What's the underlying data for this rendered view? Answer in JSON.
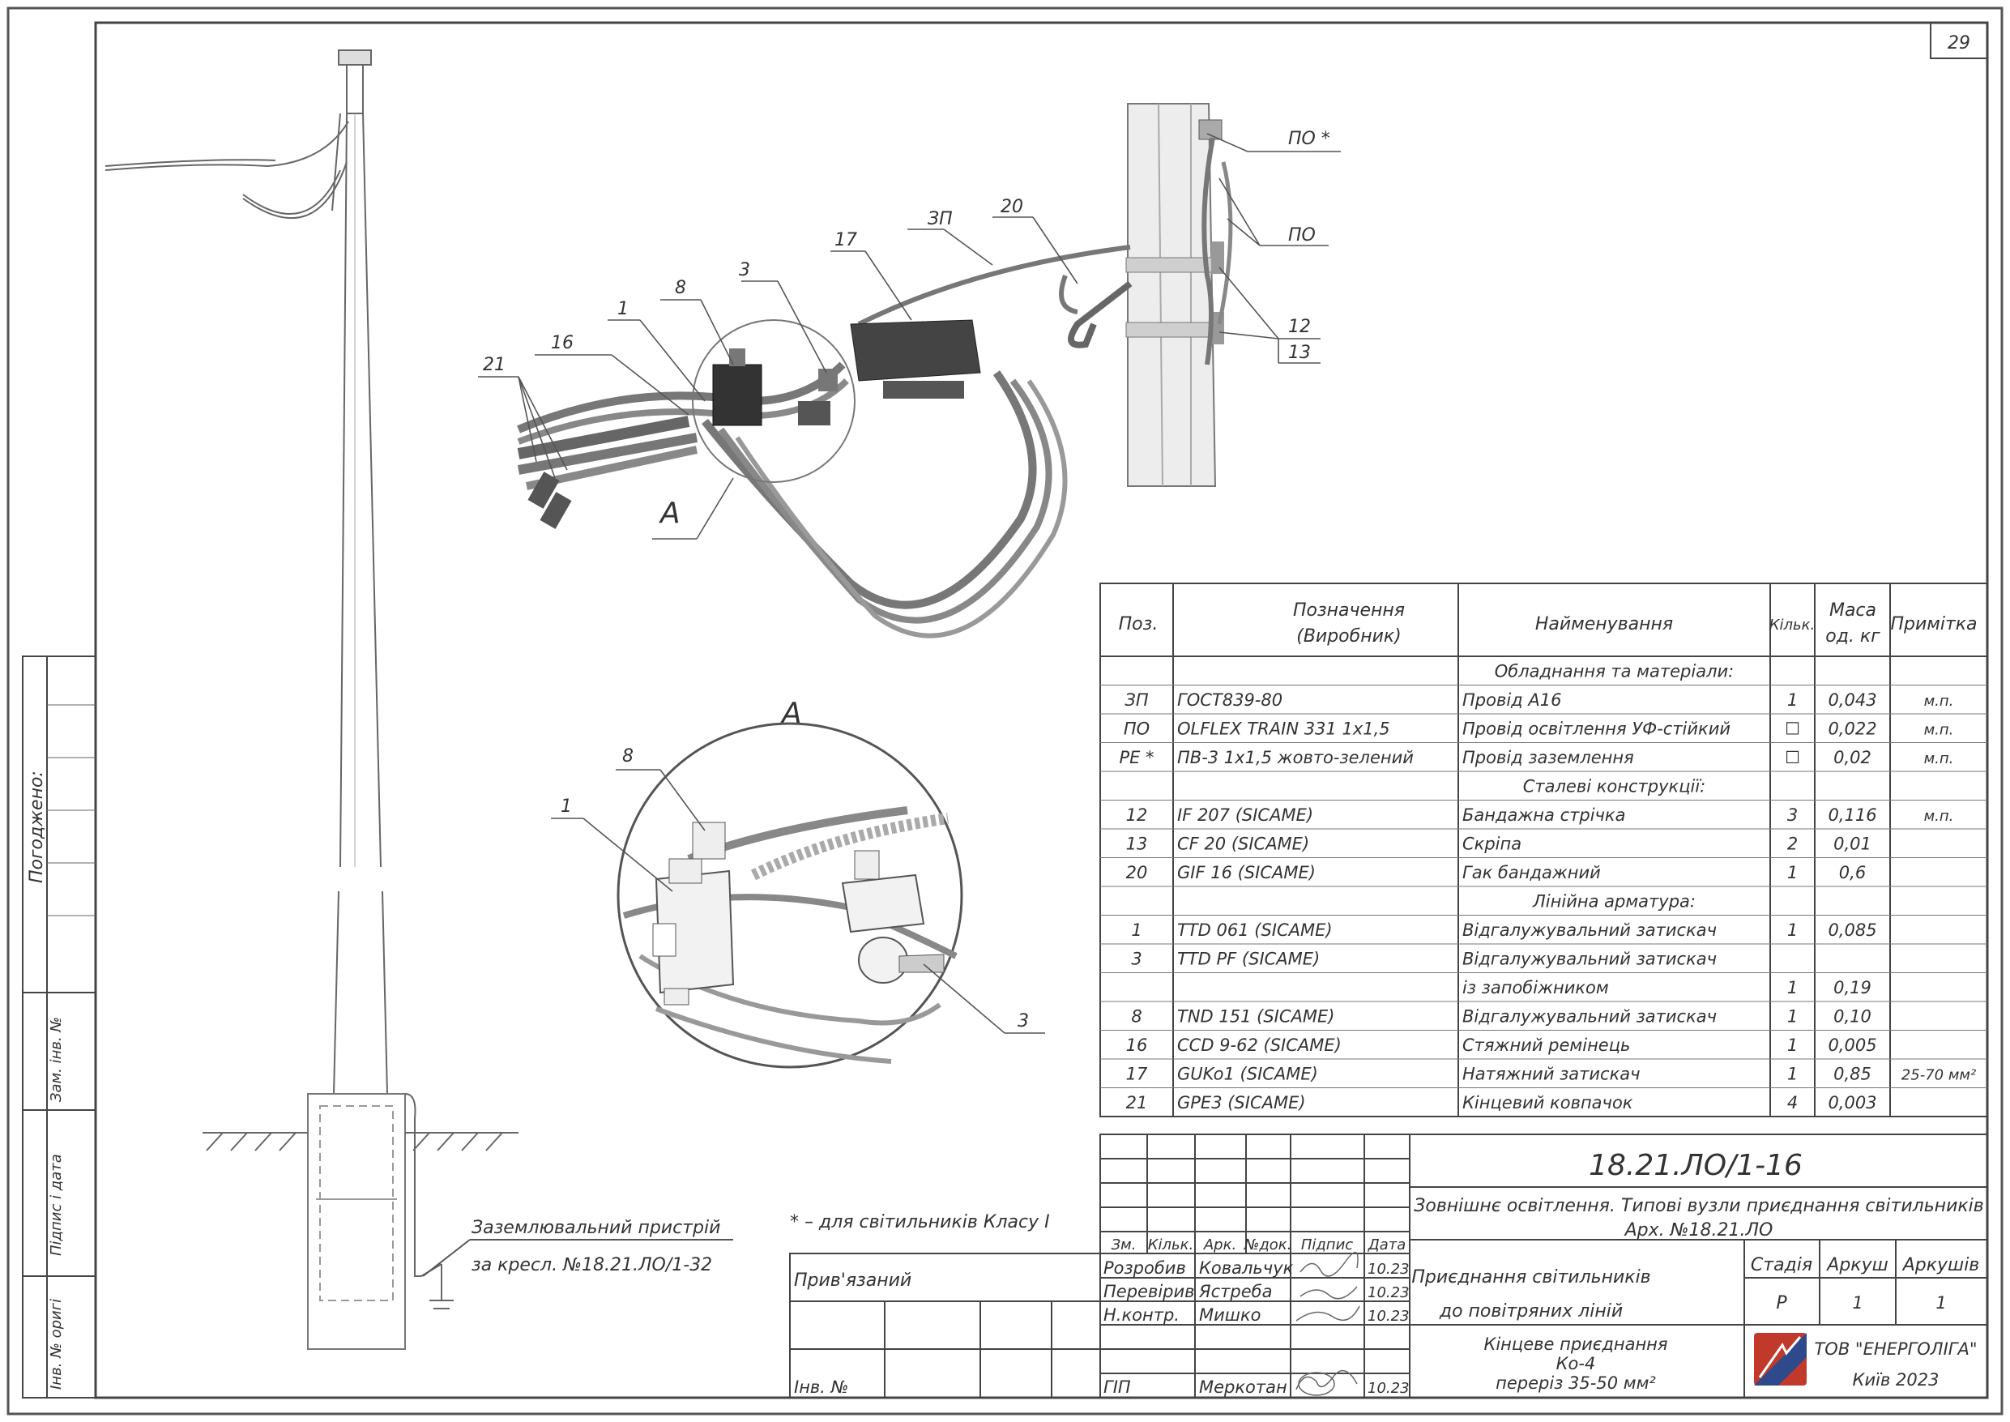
{
  "sheet": {
    "number": "29"
  },
  "callouts": {
    "po_star": "ПО *",
    "po": "ПО",
    "zp": "ЗП",
    "n20": "20",
    "n17": "17",
    "n3": "3",
    "n8": "8",
    "n1": "1",
    "n16": "16",
    "n21": "21",
    "n12": "12",
    "n13": "13",
    "view_a": "A",
    "detail_title": "A",
    "detail_8": "8",
    "detail_1": "1",
    "detail_3": "3"
  },
  "notes": {
    "footnote": "* – для світильників Класу I",
    "grounding_line1": "Заземлювальний пристрій",
    "grounding_line2": "за кресл. №18.21.ЛО/1-32"
  },
  "side_stamp": {
    "agreed": "Погоджено:",
    "replaced_inv": "Зам. інв. №",
    "signature_date": "Підпис і дата",
    "original_inv": "Інв. № оригі"
  },
  "spec_table": {
    "headers": {
      "pos": "Поз.",
      "designation_line1": "Позначення",
      "designation_line2": "(Виробник)",
      "name": "Найменування",
      "qty": "Кільк.",
      "mass_line1": "Маса",
      "mass_line2": "од. кг",
      "note": "Примітка"
    },
    "rows": [
      {
        "pos": "",
        "des": "",
        "name": "Обладнання та матеріали:",
        "qty": "",
        "mass": "",
        "note": "",
        "section": true
      },
      {
        "pos": "ЗП",
        "des": "ГОСТ839-80",
        "name": "Провід А16",
        "qty": "1",
        "mass": "0,043",
        "note": "м.п."
      },
      {
        "pos": "ПО",
        "des": "OLFLEX TRAIN 331 1x1,5",
        "name": "Провід освітлення УФ-стійкий",
        "qty": "☐",
        "mass": "0,022",
        "note": "м.п."
      },
      {
        "pos": "PE *",
        "des": "ПВ-3 1x1,5 жовто-зелений",
        "name": "Провід заземлення",
        "qty": "☐",
        "mass": "0,02",
        "note": "м.п."
      },
      {
        "pos": "",
        "des": "",
        "name": "Сталеві конструкції:",
        "qty": "",
        "mass": "",
        "note": "",
        "section": true
      },
      {
        "pos": "12",
        "des": "IF 207  (SICAME)",
        "name": "Бандажна стрічка",
        "qty": "3",
        "mass": "0,116",
        "note": "м.п."
      },
      {
        "pos": "13",
        "des": "CF 20  (SICAME)",
        "name": "Скріпа",
        "qty": "2",
        "mass": "0,01",
        "note": ""
      },
      {
        "pos": "20",
        "des": "GIF 16  (SICAME)",
        "name": "Гак бандажний",
        "qty": "1",
        "mass": "0,6",
        "note": ""
      },
      {
        "pos": "",
        "des": "",
        "name": "Лінійна арматура:",
        "qty": "",
        "mass": "",
        "note": "",
        "section": true
      },
      {
        "pos": "1",
        "des": "TTD 061  (SICAME)",
        "name": "Відгалужувальний затискач",
        "qty": "1",
        "mass": "0,085",
        "note": ""
      },
      {
        "pos": "3",
        "des": "TTD PF  (SICAME)",
        "name": "Відгалужувальний затискач",
        "qty": "",
        "mass": "",
        "note": ""
      },
      {
        "pos": "",
        "des": "",
        "name": "із запобіжником",
        "qty": "1",
        "mass": "0,19",
        "note": ""
      },
      {
        "pos": "8",
        "des": "TND 151  (SICAME)",
        "name": "Відгалужувальний затискач",
        "qty": "1",
        "mass": "0,10",
        "note": ""
      },
      {
        "pos": "16",
        "des": "CCD 9-62  (SICAME)",
        "name": "Стяжний ремінець",
        "qty": "1",
        "mass": "0,005",
        "note": ""
      },
      {
        "pos": "17",
        "des": "GUKo1  (SICAME)",
        "name": "Натяжний затискач",
        "qty": "1",
        "mass": "0,85",
        "note": "25-70 мм²"
      },
      {
        "pos": "21",
        "des": "GPE3  (SICAME)",
        "name": "Кінцевий ковпачок",
        "qty": "4",
        "mass": "0,003",
        "note": ""
      }
    ]
  },
  "title_block": {
    "doc_code": "18.21.ЛО/1-16",
    "project_line1": "Зовнішнє освітлення. Типові вузли приєднання світильників",
    "project_line2": "Арх. №18.21.ЛО",
    "col_headers": [
      "Зм.",
      "Кільк.",
      "Арк.",
      "№док.",
      "Підпис",
      "Дата"
    ],
    "staff": [
      {
        "role": "Розробив",
        "name": "Ковальчук",
        "date": "10.23"
      },
      {
        "role": "Перевірив",
        "name": "Ястреба",
        "date": "10.23"
      },
      {
        "role": "Н.контр.",
        "name": "Мишко",
        "date": "10.23"
      },
      {
        "role": "ГІП",
        "name": "Меркотан",
        "date": "10.23"
      }
    ],
    "tied": "Прив'язаний",
    "inv_no": "Інв. №",
    "sheet_title_line1": "Приєднання світильників",
    "sheet_title_line2": "до повітряних ліній",
    "stage_header": "Стадія",
    "sheet_header": "Аркуш",
    "sheets_header": "Аркушів",
    "stage": "Р",
    "sheet": "1",
    "sheets": "1",
    "drawing_line1": "Кінцеве приєднання",
    "drawing_line2": "Ко-4",
    "drawing_line3": "переріз 35-50 мм²",
    "company": "ТОВ \"ЕНЕРГОЛІГА\"",
    "city_year": "Київ 2023"
  }
}
